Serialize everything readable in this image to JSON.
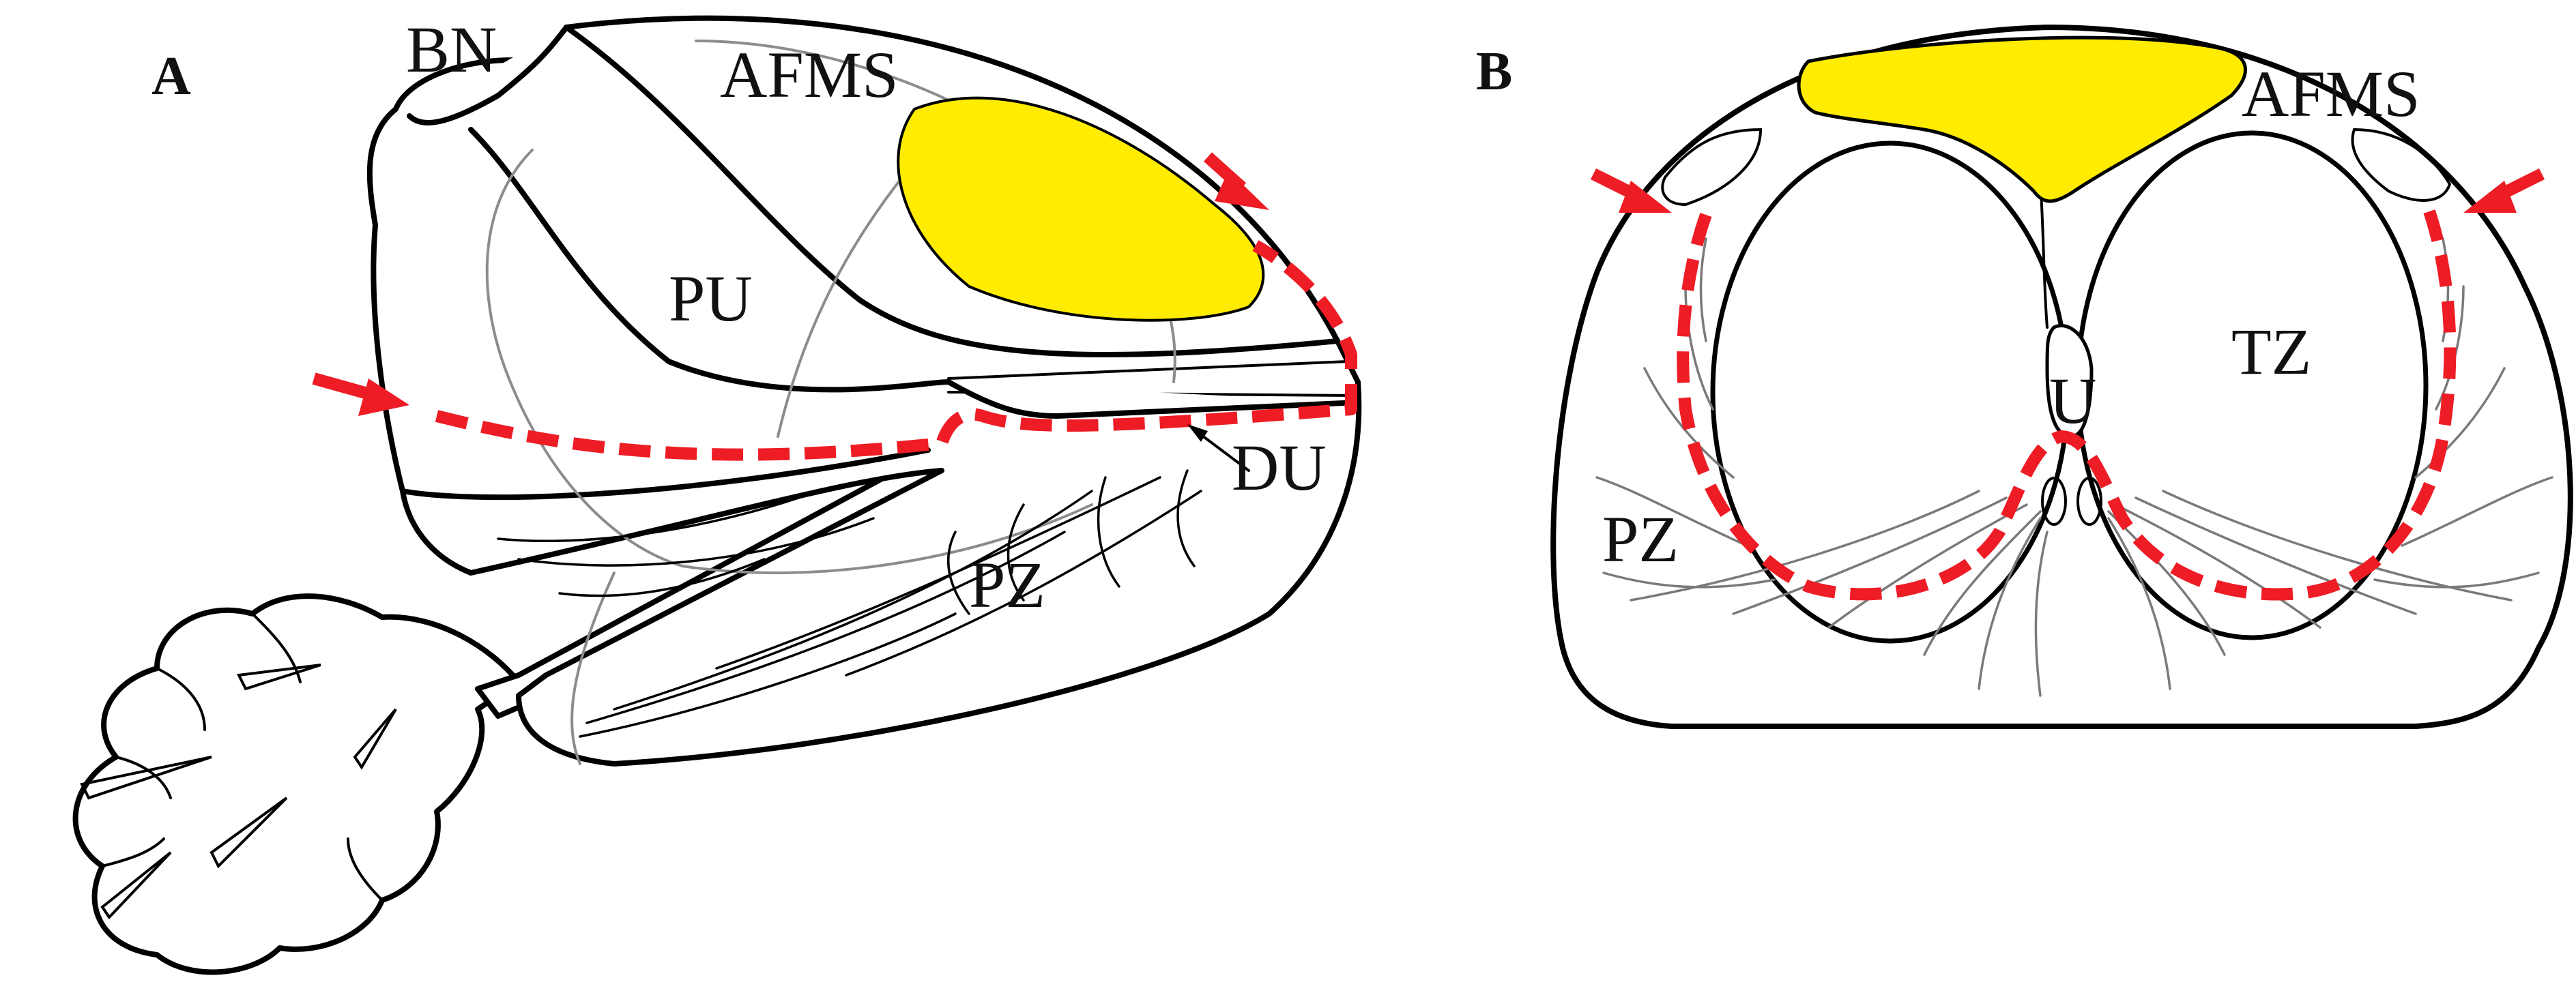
{
  "figure": {
    "panels": [
      {
        "letter": "A",
        "labels": {
          "bn": "BN",
          "afms": "AFMS",
          "pu": "PU",
          "du": "DU",
          "pz": "PZ"
        }
      },
      {
        "letter": "B",
        "labels": {
          "afms": "AFMS",
          "tz": "TZ",
          "u": "U",
          "pz": "PZ"
        }
      }
    ],
    "colors": {
      "afms_fill": "#ffec00",
      "dissection_line": "#ee1c25",
      "outline": "#000000",
      "background": "#ffffff"
    }
  }
}
